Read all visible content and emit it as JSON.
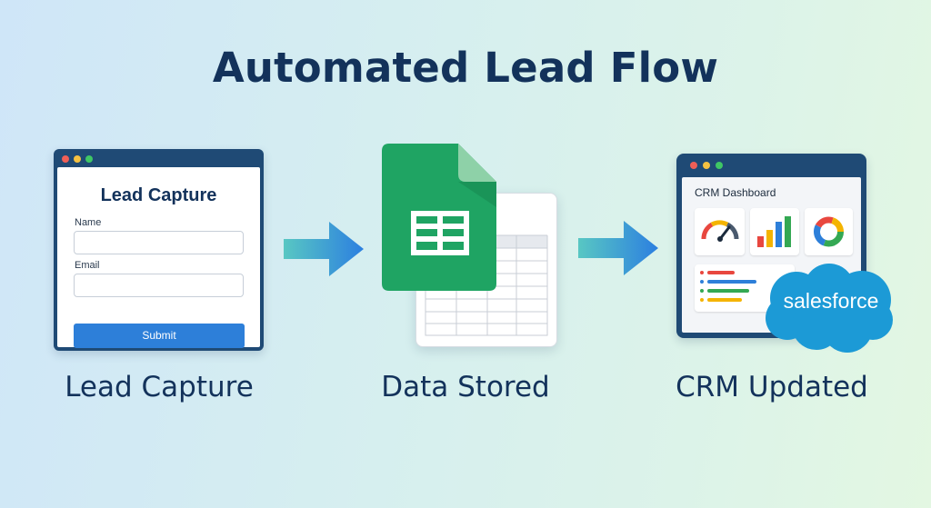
{
  "title": "Automated Lead Flow",
  "steps": [
    {
      "label": "Lead Capture"
    },
    {
      "label": "Data Stored"
    },
    {
      "label": "CRM Updated"
    }
  ],
  "lead_form": {
    "title": "Lead Capture",
    "name_label": "Name",
    "email_label": "Email",
    "submit_label": "Submit"
  },
  "crm": {
    "title": "CRM Dashboard",
    "brand": "salesforce"
  },
  "colors": {
    "heading": "#13325b",
    "window_frame": "#1f4a75",
    "submit": "#2d7fd9",
    "sheets_green": "#1fa463",
    "arrow": "#2f8de0",
    "salesforce": "#1c9ad6"
  },
  "icons": [
    "traffic-light-dots",
    "google-sheets-icon",
    "gauge-icon",
    "bar-chart-icon",
    "donut-chart-icon",
    "salesforce-cloud-logo"
  ]
}
